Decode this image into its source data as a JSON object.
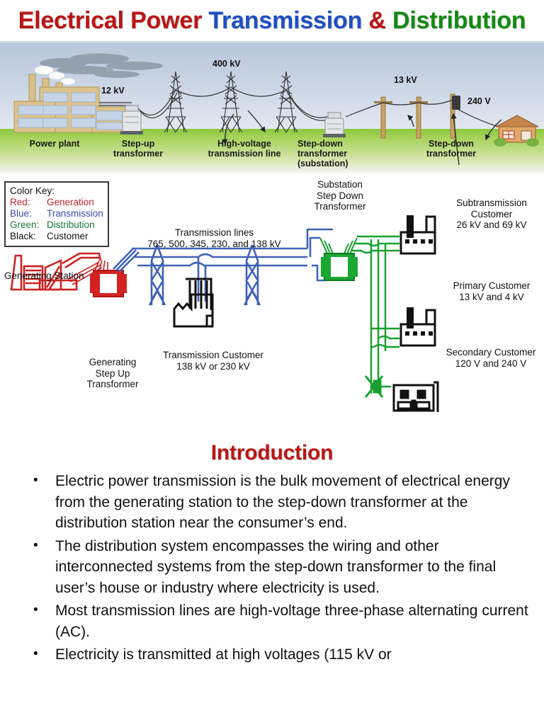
{
  "slide": {
    "title": {
      "part1": "Electrical Power ",
      "part2": "Transmission ",
      "part3": "& ",
      "part4": "Distribution"
    },
    "colors": {
      "red": "#bb1515",
      "blue": "#1f4fc4",
      "green": "#138a13",
      "key_red": "#c0272d",
      "key_blue": "#3b4fa8",
      "key_green": "#1a7a33",
      "key_black": "#111111"
    }
  },
  "banner": {
    "alt": "power-plant-to-house transmission illustration",
    "voltages": {
      "generation": "12 kV",
      "transmission": "400 kV",
      "distribution": "13 kV",
      "service": "240 V"
    },
    "labels": {
      "power_plant": "Power plant",
      "step_up": "Step-up\ntransformer",
      "high_voltage_line": "High-voltage\ntransmission line",
      "step_down_substation": "Step-down\ntransformer\n(substation)",
      "step_down_pole": "Step-down\ntransformer"
    }
  },
  "diagram": {
    "color_key": {
      "title": "Color Key:",
      "rows": [
        {
          "key": "Red:",
          "value": "Generation",
          "color": "red"
        },
        {
          "key": "Blue:",
          "value": "Transmission",
          "color": "blue"
        },
        {
          "key": "Green:",
          "value": "Distribution",
          "color": "green"
        },
        {
          "key": "Black:",
          "value": "Customer",
          "color": "black"
        }
      ]
    },
    "labels": {
      "generating_station": "Generating Station",
      "generating_step_up": "Generating\nStep Up\nTransformer",
      "transmission_lines": "Transmission lines",
      "transmission_lines_kv": "765, 500, 345, 230, and 138 kV",
      "transmission_customer": "Transmission Customer",
      "transmission_customer_kv": "138 kV or 230 kV",
      "substation_step_down": "Substation\nStep Down\nTransformer",
      "subtransmission_customer": "Subtransmission\nCustomer",
      "subtransmission_customer_kv": "26 kV and 69 kV",
      "primary_customer": "Primary Customer",
      "primary_customer_kv": "13 kV and 4 kV",
      "secondary_customer": "Secondary Customer",
      "secondary_customer_kv": "120 V and 240 V"
    }
  },
  "intro": {
    "heading": "Introduction",
    "bullets": [
      "Electric power transmission is the bulk movement of electrical energy from the generating station to the step-down transformer at the distribution station near the consumer’s end.",
      "The distribution system encompasses the wiring and other interconnected systems from the step-down transformer to the final user’s house or industry where electricity is used.",
      "Most transmission lines are high-voltage three-phase alternating current (AC).",
      "Electricity is transmitted at high voltages (115 kV or"
    ]
  }
}
